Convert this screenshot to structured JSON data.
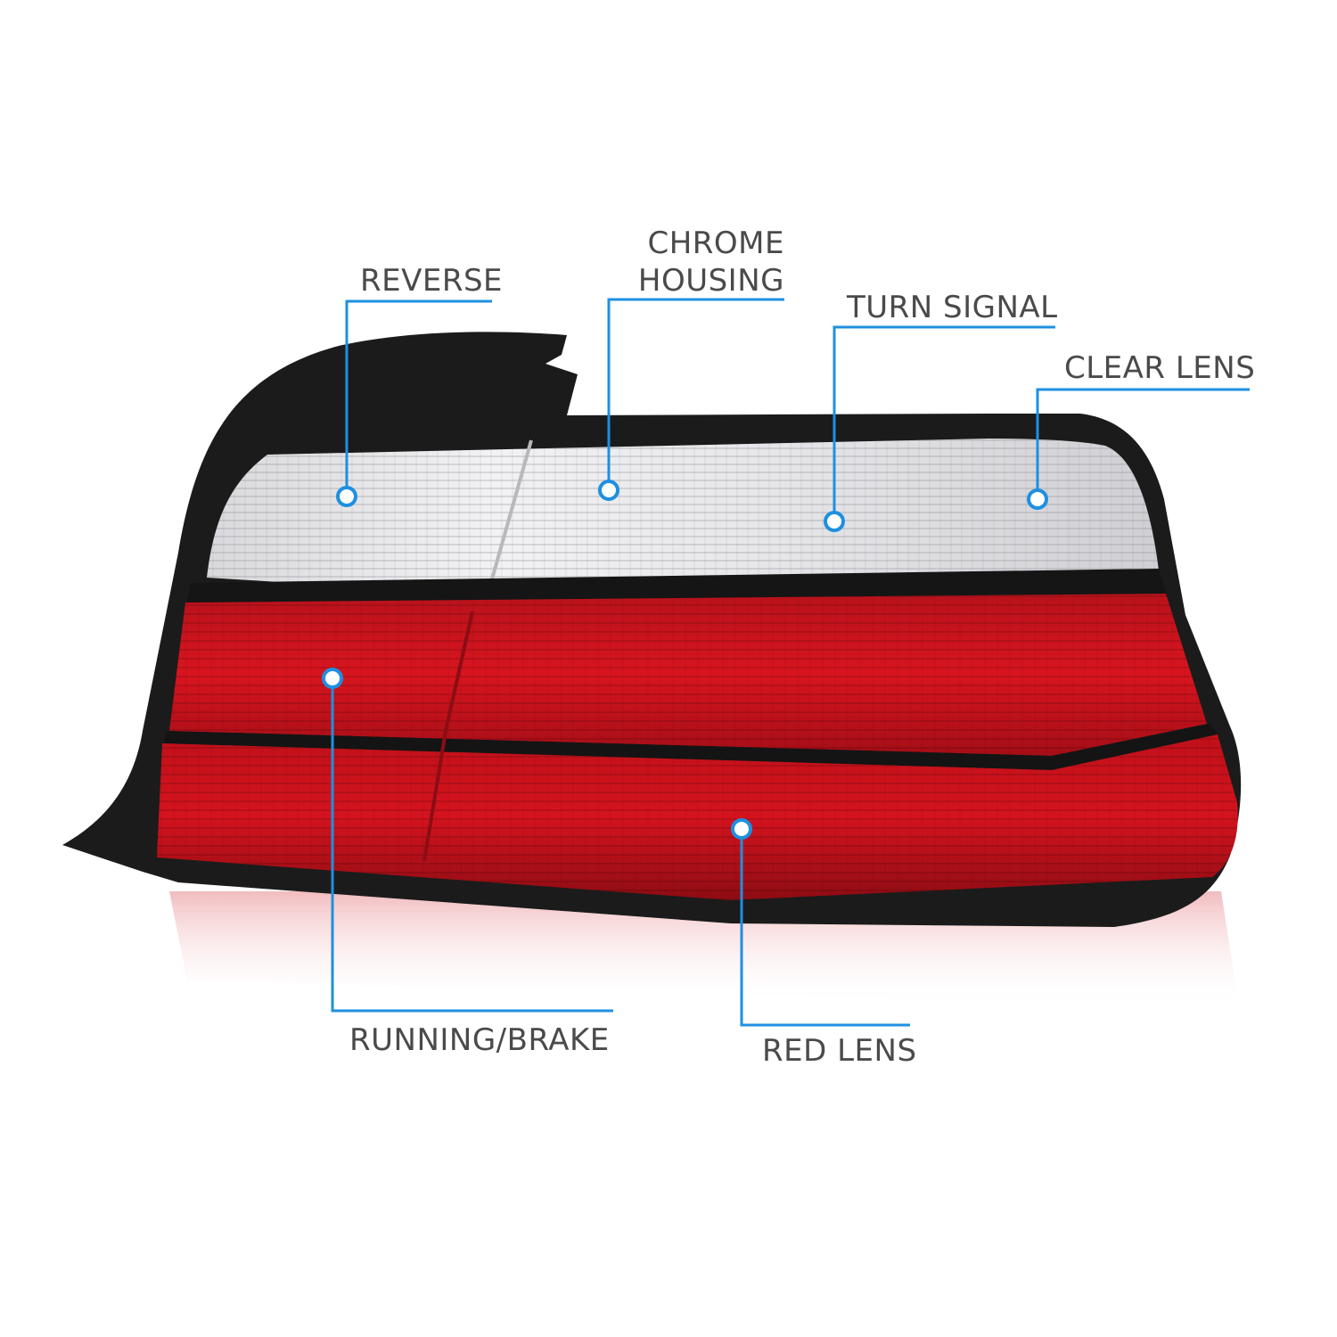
{
  "callouts": {
    "reverse": {
      "label": "REVERSE"
    },
    "chrome_housing": {
      "label_line1": "CHROME",
      "label_line2": "HOUSING"
    },
    "turn_signal": {
      "label": "TURN SIGNAL"
    },
    "clear_lens": {
      "label": "CLEAR LENS"
    },
    "running_brake": {
      "label": "RUNNING/BRAKE"
    },
    "red_lens": {
      "label": "RED LENS"
    }
  },
  "colors": {
    "callout_line": "#1e90e0",
    "label_text": "#4a4a4a",
    "housing": "#1a1a1a",
    "red_lens": "#c4111b",
    "clear_lens": "#e8e8ea"
  }
}
